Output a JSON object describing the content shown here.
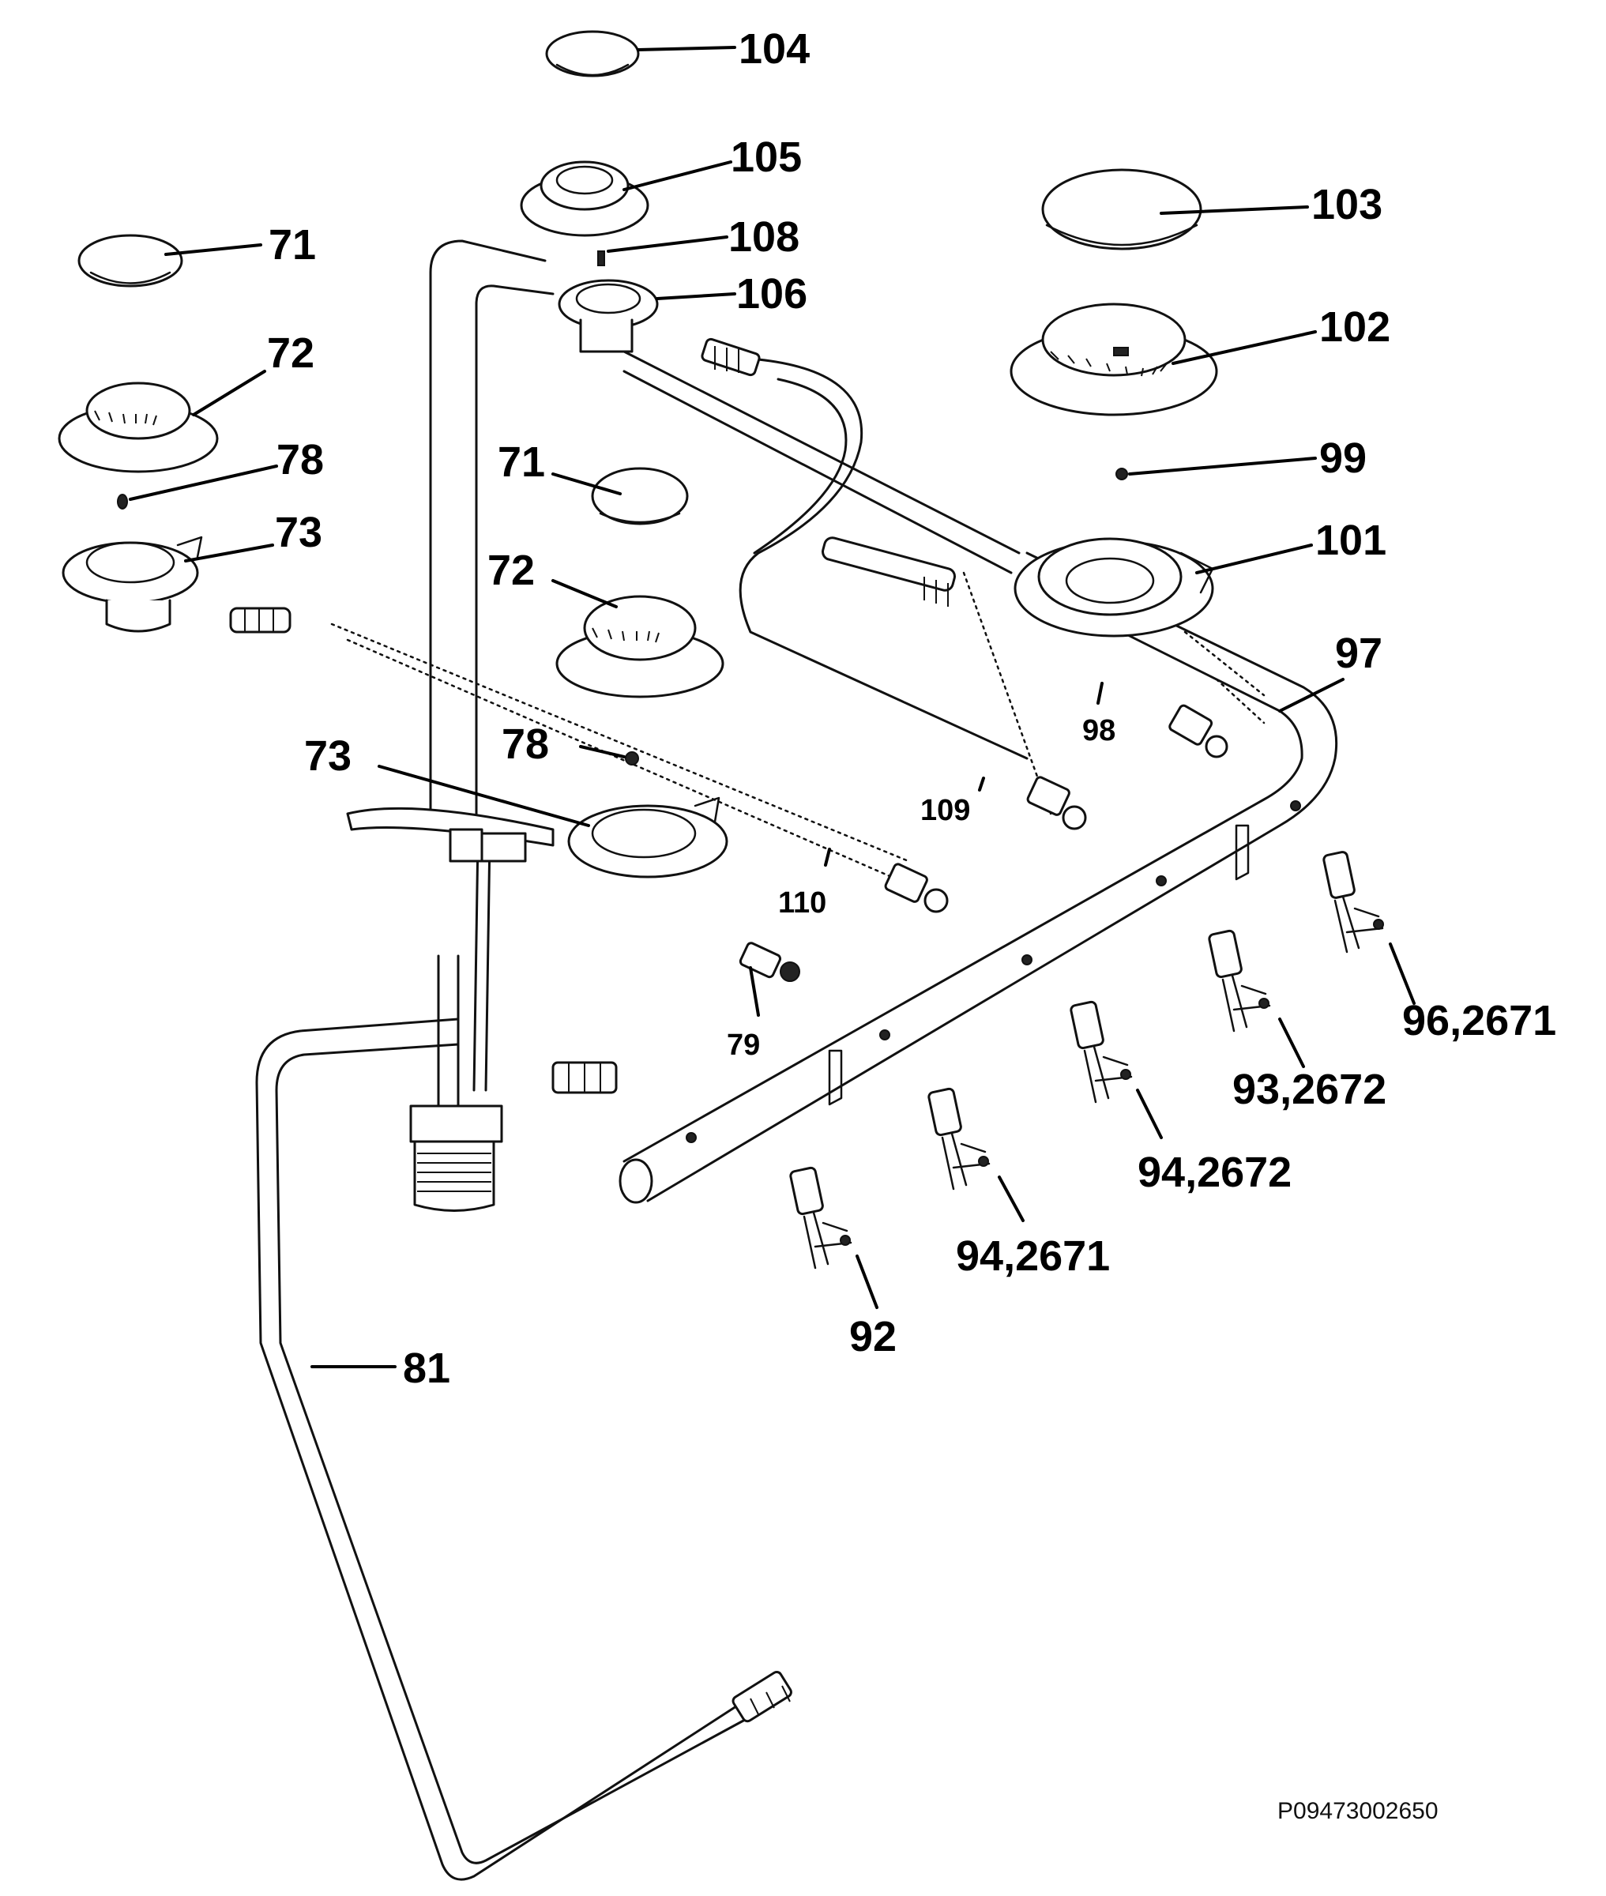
{
  "callouts": {
    "c104": "104",
    "c105": "105",
    "c108": "108",
    "c106": "106",
    "c103": "103",
    "c102": "102",
    "c99": "99",
    "c101": "101",
    "c97": "97",
    "c98": "98",
    "c71a": "71",
    "c72a": "72",
    "c78a": "78",
    "c73a": "73",
    "c71b": "71",
    "c72b": "72",
    "c78b": "78",
    "c73b": "73",
    "c109": "109",
    "c110": "110",
    "c79": "79",
    "c96": "96,2671",
    "c93": "93,2672",
    "c94a": "94,2672",
    "c94b": "94,2671",
    "c92": "92",
    "c81": "81"
  },
  "document_ref": "P09473002650"
}
